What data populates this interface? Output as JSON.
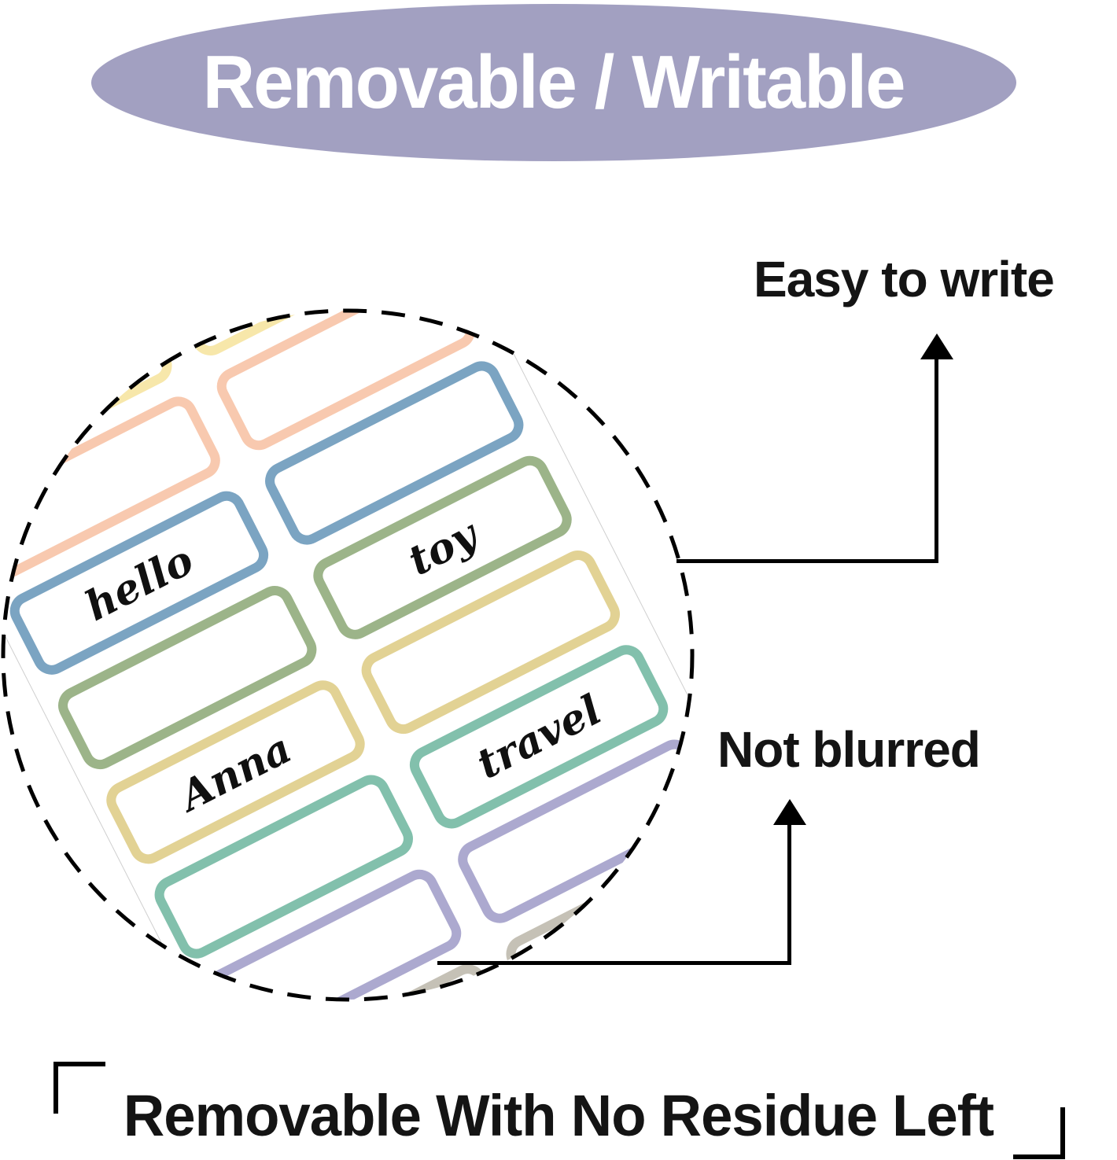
{
  "banner": {
    "label": "Removable / Writable",
    "bg_color": "#a2a0c1",
    "text_color": "#ffffff"
  },
  "annotations": {
    "easy_to_write": "Easy to write",
    "not_blurred": "Not blurred",
    "bottom_claim": "Removable With No Residue Left"
  },
  "magnifier": {
    "border_style": "dashed",
    "ring_color": "#000000",
    "written_words": [
      "hello",
      "toy",
      "Anna",
      "travel"
    ],
    "rows": [
      {
        "color_name": "yellow",
        "hex": "#f7e7aa",
        "cells": [
          "",
          ""
        ]
      },
      {
        "color_name": "peach",
        "hex": "#f8c9af",
        "cells": [
          "",
          ""
        ]
      },
      {
        "color_name": "blue",
        "hex": "#7ba4c2",
        "cells": [
          "hello",
          ""
        ]
      },
      {
        "color_name": "green",
        "hex": "#9cb489",
        "cells": [
          "",
          "toy"
        ]
      },
      {
        "color_name": "tan",
        "hex": "#e2d294",
        "cells": [
          "Anna",
          ""
        ]
      },
      {
        "color_name": "teal",
        "hex": "#82c0ac",
        "cells": [
          "",
          "travel"
        ]
      },
      {
        "color_name": "purple",
        "hex": "#aca9cf",
        "cells": [
          "",
          ""
        ]
      },
      {
        "color_name": "gray",
        "hex": "#c5c1b6",
        "cells": [
          "",
          ""
        ]
      }
    ]
  }
}
